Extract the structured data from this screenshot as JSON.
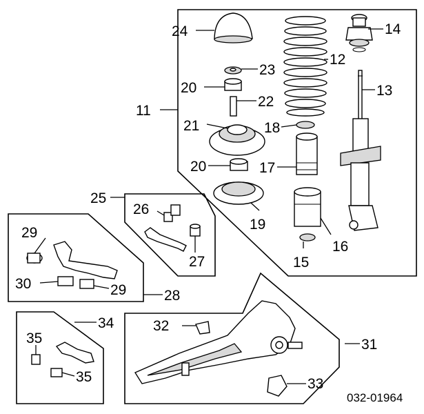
{
  "diagram": {
    "code": "032-01964",
    "callouts": {
      "c11": "11",
      "c12": "12",
      "c13": "13",
      "c14": "14",
      "c15": "15",
      "c16": "16",
      "c17": "17",
      "c18": "18",
      "c19": "19",
      "c20a": "20",
      "c20b": "20",
      "c21": "21",
      "c22": "22",
      "c23": "23",
      "c24": "24",
      "c25": "25",
      "c26": "26",
      "c27": "27",
      "c28": "28",
      "c29a": "29",
      "c29b": "29",
      "c30": "30",
      "c31": "31",
      "c32": "32",
      "c33": "33",
      "c34": "34",
      "c35a": "35",
      "c35b": "35"
    }
  }
}
